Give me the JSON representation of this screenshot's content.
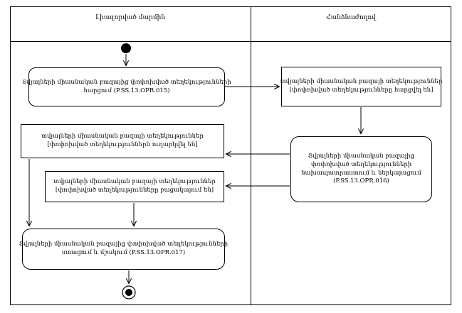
{
  "diagram": {
    "type": "uml-activity-diagram",
    "lanes": [
      {
        "label": "Լիազորված մարմին"
      },
      {
        "label": "Հանձնաժողով"
      }
    ],
    "activities": {
      "query": {
        "label": "Տվյալների միասնական բազայից փոփոխված տեղեկությունների հարցում (P.SS.13.OPR.015)",
        "code": "P.SS.13.OPR.015",
        "lines": [
          "Տվյալների միասնական բազայից փոփոխված տեղեկությունների",
          "հարցում (P.SS.13.OPR.015)"
        ]
      },
      "prepare": {
        "label": "Տվյալների միասնական բազայից փոփոխված տեղեկությունների նախապատրաստում և ներկայացում (P.SS.13.OPR.016)",
        "code": "P.SS.13.OPR.016",
        "lines": [
          "Տվյալների միասնական բազայից",
          "փոփոխված տեղեկությունների",
          "նախապատրաստում և ներկայացում",
          "(P.SS.13.OPR.016)"
        ]
      },
      "receive": {
        "label": "Տվյալների միասնական բազայից փոփոխված տեղեկությունների ստացում և մշակում (P.SS.13.OPR.017)",
        "code": "P.SS.13.OPR.017",
        "lines": [
          "Տվյալների միասնական բազայից փոփոխված տեղեկությունների",
          "ստացում և մշակում (P.SS.13.OPR.017)"
        ]
      }
    },
    "objects": {
      "requested": {
        "label": "տվյալների միասնական բազայի տեղեկություններ [փոփոխված տեղեկությունները հարցվել են]",
        "lines": [
          "տվյալների միասնական բազայի տեղեկություններ",
          "[փոփոխված տեղեկությունները հարցվել են]"
        ]
      },
      "sent": {
        "label": "տվյալների միասնական բազայի տեղեկություններ [փոփոխված տեղեկություններն ուղարկվել են]",
        "lines": [
          "տվյալների միասնական բազայի տեղեկություններ",
          "[փոփոխված տեղեկություններն ուղարկվել են]"
        ]
      },
      "absent": {
        "label": "տվյալների միասնական բազայի տեղեկություններ [փոփոխված տեղեկությունները բացակայում են]",
        "lines": [
          "տվյալների միասնական բազայի տեղեկություններ",
          "[փոփոխված տեղեկությունները բացակայում են]"
        ]
      }
    },
    "colors": {
      "line": "#000000",
      "background": "#ffffff"
    }
  }
}
